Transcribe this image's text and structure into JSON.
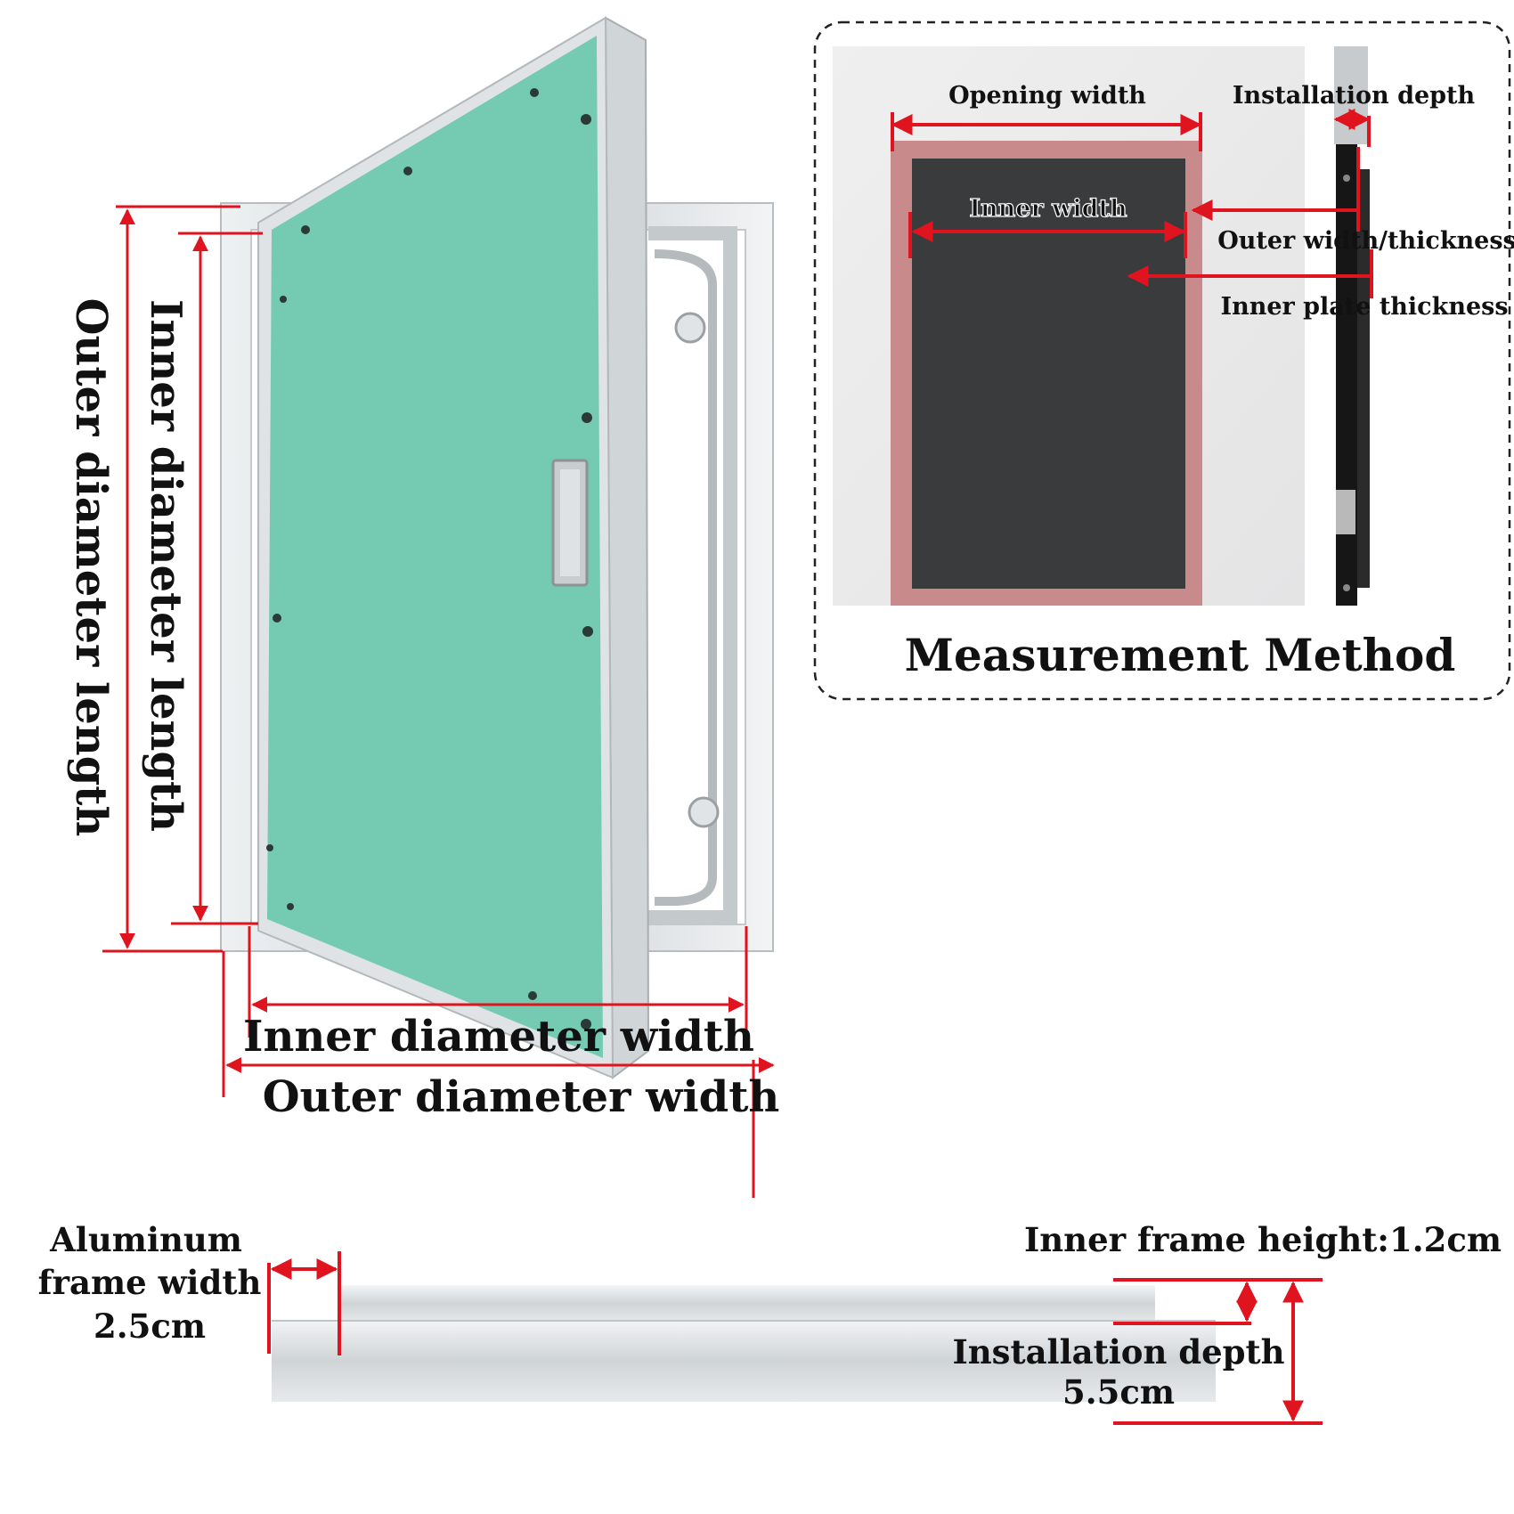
{
  "measure": {
    "title": "Measurement Method",
    "opening_width": "Opening width",
    "installation_depth": "Installation depth",
    "inner_width": "Inner width",
    "outer_width_thickness": "Outer width/thickness",
    "inner_plate_thickness": "Inner plate thickness"
  },
  "door": {
    "inner_diameter_length": "Inner diameter length",
    "outer_diameter_length": "Outer diameter length",
    "inner_diameter_width": "Inner diameter width",
    "outer_diameter_width": "Outer diameter width"
  },
  "profile": {
    "frame_width_line1": "Aluminum",
    "frame_width_line2": "frame width",
    "frame_width_value": "2.5cm",
    "inner_frame_height": "Inner frame height:1.2cm",
    "install_depth_line1": "Installation depth",
    "install_depth_value": "5.5cm"
  },
  "colors": {
    "dimension_line": "#e0141e",
    "panel_green": "#74cbb2",
    "frame_silver": "#d8dde0",
    "wall": "#ededee",
    "opening_border": "#c98a8c",
    "opening_dark": "#3a3b3d"
  }
}
